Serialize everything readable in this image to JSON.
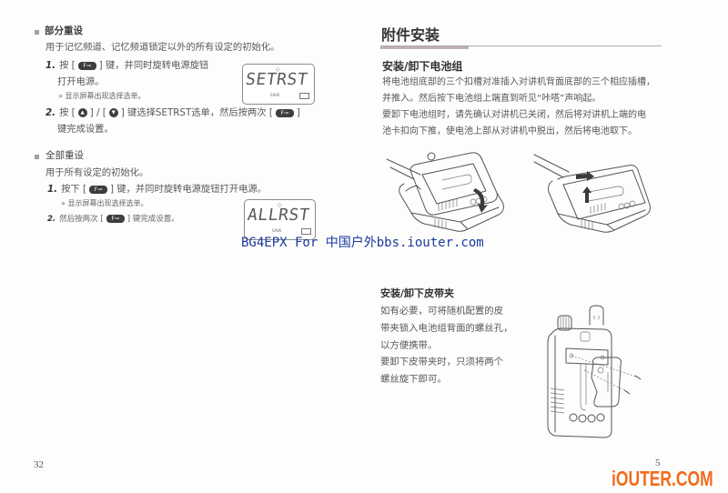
{
  "left_page": {
    "page_number": "32",
    "partial_reset": {
      "heading": "部分重设",
      "description": "用于记忆频道、记忆频道锁定以外的所有设定的初始化。",
      "step1": {
        "number": "1.",
        "pre": "按 [",
        "key": "F⊸",
        "post": "] 键，并同时旋转电源旋钮",
        "line2": "打开电源。"
      },
      "note": {
        "marker": "»",
        "text": "显示屏幕出现选择选单。"
      },
      "step2": {
        "number": "2.",
        "pre": "按 [",
        "key_up": "▲",
        "mid1": "] / [",
        "key_down": "▼",
        "mid2": "] 键选择SETRST选单，然后按两次 [",
        "key": "F⊸",
        "post": "]",
        "line2": "键完成设置。"
      },
      "lcd": {
        "icon": "◇",
        "text": "SETRST",
        "save_label": "SAVE",
        "battery_label": "▭"
      }
    },
    "all_reset": {
      "heading": "全部重设",
      "description": "用于所有设定的初始化。",
      "step1": {
        "number": "1.",
        "pre": "按下 [",
        "key": "F⊸",
        "post": "] 键，并同时旋转电源旋钮打开电源。"
      },
      "note": {
        "marker": "»",
        "text": "显示屏幕出现选择选单。"
      },
      "step2": {
        "number": "2.",
        "pre": "然后按两次 [",
        "key": "F⊸",
        "post": "] 键完成设置。"
      },
      "lcd": {
        "icon": "◇",
        "text": "ALLRST",
        "save_label": "SAVE",
        "battery_label": "▭"
      }
    }
  },
  "right_page": {
    "page_number": "5",
    "title": "附件安装",
    "battery_section": {
      "heading": "安装/卸下电池组",
      "lines": [
        "将电池组底部的三个扣槽对准插入对讲机背面底部的三个相应插槽，",
        "并推入。然后按下电池组上端直到听见“咔嗒”声响起。",
        "要卸下电池组时，请先确认对讲机已关闭，然后将对讲机上端的电",
        "池卡扣向下推，使电池上部从对讲机中脱出，然后将电池取下。"
      ],
      "illustrations": [
        "battery-attach-illustration",
        "battery-remove-illustration"
      ]
    },
    "belt_clip_section": {
      "heading": "安装/卸下皮带夹",
      "lines": [
        "如有必要，可将随机配置的皮",
        "带夹锁入电池组背面的螺丝孔，",
        "以方便携带。",
        "要卸下皮带夹时，只须将两个",
        "螺丝旋下即可。"
      ],
      "illustration": "belt-clip-illustration"
    }
  },
  "watermark": {
    "text": "BG4EPX For 中国户外bbs.iouter.com",
    "color": "#1c3a9e"
  },
  "branding": {
    "logo": "iOUTER.COM",
    "color": "#f26b1d"
  }
}
